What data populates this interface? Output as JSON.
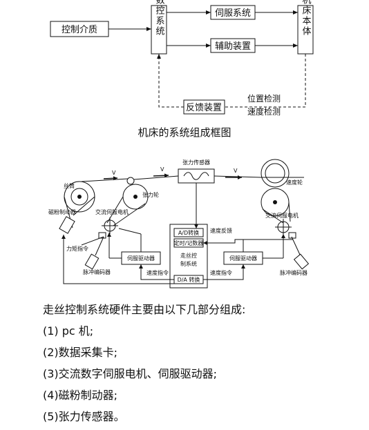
{
  "block_diagram": {
    "control_medium": "控制介质",
    "cnc_system": "数控系统",
    "servo_system": "伺服系统",
    "aux_device": "辅助装置",
    "machine_body": "机床本体",
    "feedback_device": "反馈装置",
    "position_detect": "位置检测",
    "speed_detect": "速度检测"
  },
  "caption": "机床的系统组成框图",
  "wire_diagram": {
    "tension_sensor": "张力传感器",
    "v1": "V",
    "v2": "V",
    "v3": "V",
    "spool": "丝筒",
    "tension_wheel": "张力轮",
    "speed_wheel": "速度轮",
    "magnetic_brake": "磁粉制动器",
    "ac_servo_motor_left": "交流伺服电机",
    "ac_servo_motor_right": "交流伺服电机",
    "torque_cmd": "力矩指令",
    "encoder_left": "脉冲编码器",
    "encoder_right": "脉冲编码器",
    "servo_driver_left": "伺服驱动器",
    "servo_driver_right": "伺服驱动器",
    "ad_convert": "A/D转换",
    "timer_counter": "定时/记数器",
    "wire_ctrl_1": "走丝控",
    "wire_ctrl_2": "制系统",
    "da_convert": "D/A 转换",
    "speed_feedback": "速度反馈",
    "speed_cmd_left": "速度指令",
    "speed_cmd_right": "速度指令"
  },
  "text": {
    "intro": "走丝控制系统硬件主要由以下几部分组成:",
    "items": [
      "(1) pc 机;",
      "(2)数据采集卡;",
      "(3)交流数字伺服电机、伺服驱动器;",
      "(4)磁粉制动器;",
      "(5)张力传感器。"
    ]
  }
}
